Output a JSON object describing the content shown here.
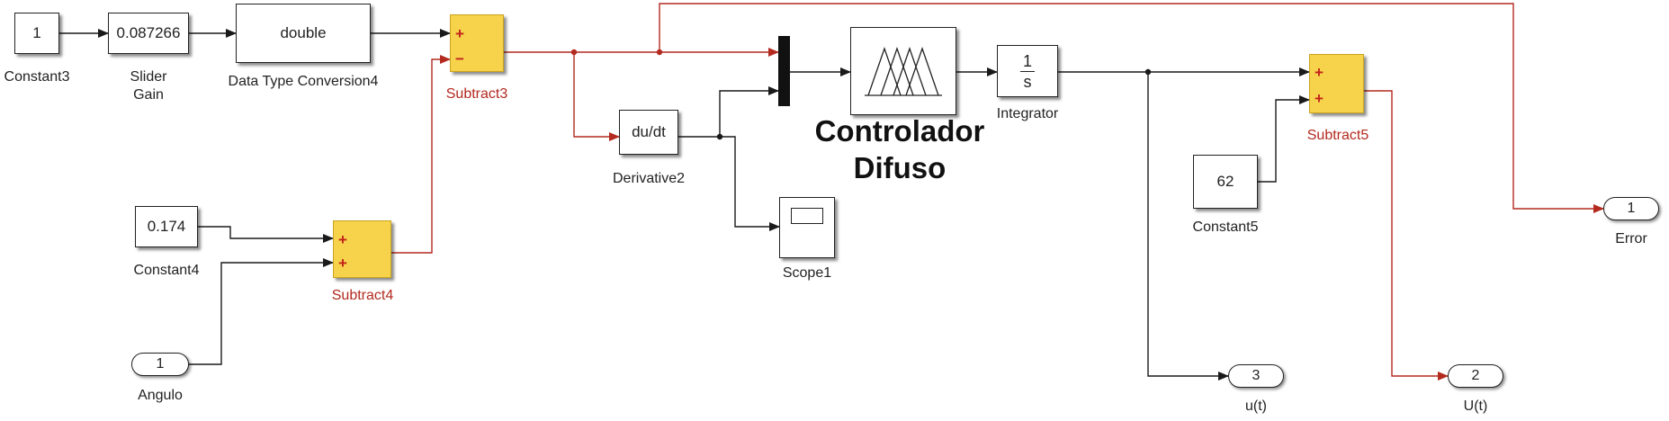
{
  "blocks": {
    "constant3": {
      "value": "1",
      "name": "Constant3"
    },
    "slider_gain": {
      "value": "0.087266",
      "name_line1": "Slider",
      "name_line2": "Gain"
    },
    "dtc4": {
      "value": "double",
      "name": "Data Type Conversion4"
    },
    "subtract3": {
      "sign1": "+",
      "sign2": "−",
      "name": "Subtract3"
    },
    "constant4": {
      "value": "0.174",
      "name": "Constant4"
    },
    "subtract4": {
      "sign1": "+",
      "sign2": "+",
      "name": "Subtract4"
    },
    "angulo": {
      "port": "1",
      "name": "Angulo"
    },
    "derivative2": {
      "value": "du/dt",
      "name": "Derivative2"
    },
    "scope1": {
      "name": "Scope1"
    },
    "fuzzy": {
      "title_line1": "Controlador",
      "title_line2": "Difuso"
    },
    "integrator": {
      "num": "1",
      "den": "s",
      "name": "Integrator"
    },
    "subtract5": {
      "sign1": "+",
      "sign2": "+",
      "name": "Subtract5"
    },
    "constant5": {
      "value": "62",
      "name": "Constant5"
    },
    "out_error": {
      "port": "1",
      "name": "Error"
    },
    "out_u3": {
      "port": "3",
      "name": "u(t)"
    },
    "out_u2": {
      "port": "2",
      "name": "U(t)"
    }
  },
  "colors": {
    "line": "#1a1a1a",
    "red_line": "#b32a1f",
    "sum_fill": "#f6d34a",
    "label_red": "#b32a1f"
  }
}
